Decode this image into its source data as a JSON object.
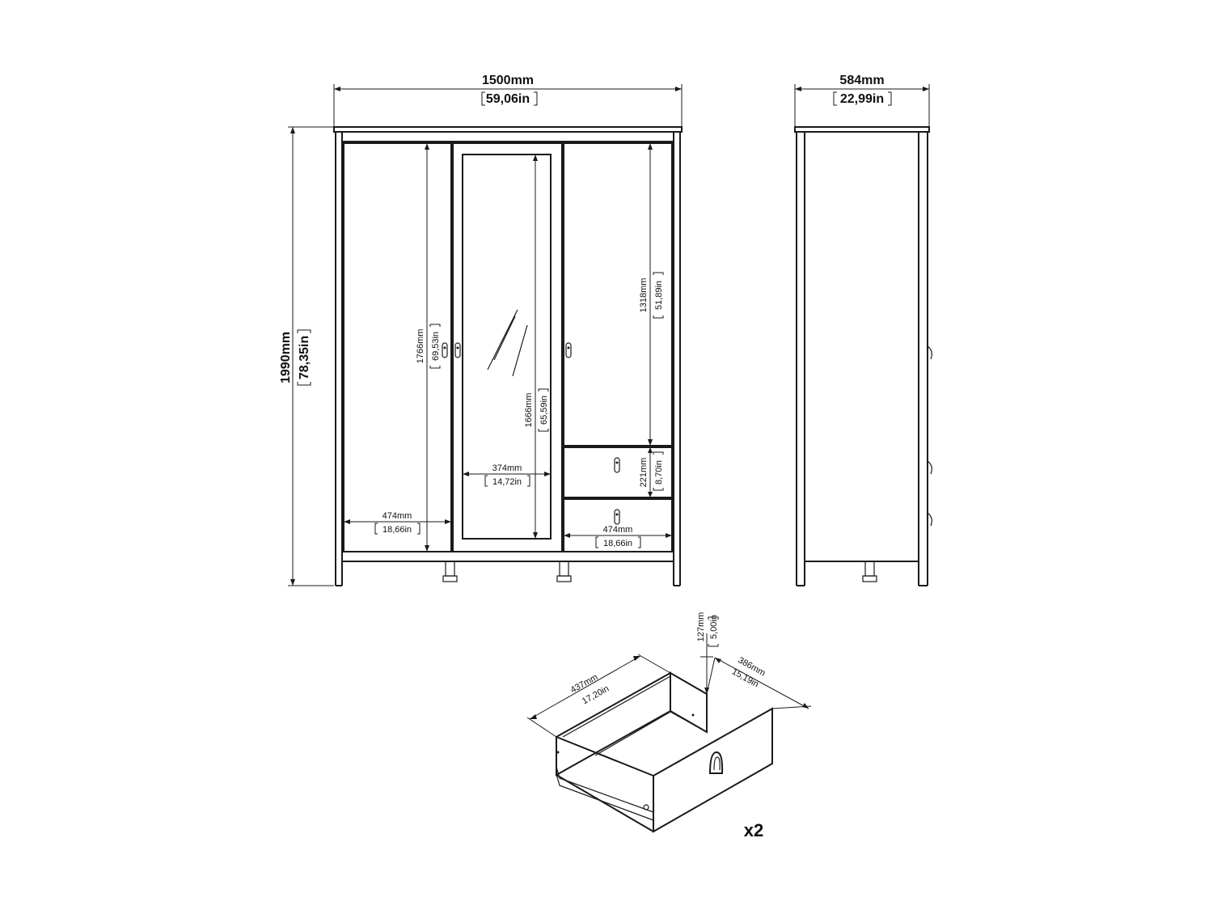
{
  "front": {
    "width_mm": "1500mm",
    "width_in": "59,06in",
    "height_mm": "1990mm",
    "height_in": "78,35in",
    "left_door_height_mm": "1766mm",
    "left_door_height_in": "69,53in",
    "mirror_height_mm": "1666mm",
    "mirror_height_in": "65,59in",
    "mirror_width_mm": "374mm",
    "mirror_width_in": "14,72in",
    "left_door_width_mm": "474mm",
    "left_door_width_in": "18,66in",
    "right_door_height_mm": "1318mm",
    "right_door_height_in": "51,89in",
    "drawer_height_mm": "221mm",
    "drawer_height_in": "8,70in",
    "drawer_width_mm": "474mm",
    "drawer_width_in": "18,66in"
  },
  "side": {
    "depth_mm": "584mm",
    "depth_in": "22,99in"
  },
  "drawer": {
    "height_mm": "127mm",
    "height_in": "5,00in",
    "width_mm": "437mm",
    "width_in": "17,20in",
    "depth_mm": "386mm",
    "depth_in": "15,19in",
    "quantity": "x2"
  }
}
